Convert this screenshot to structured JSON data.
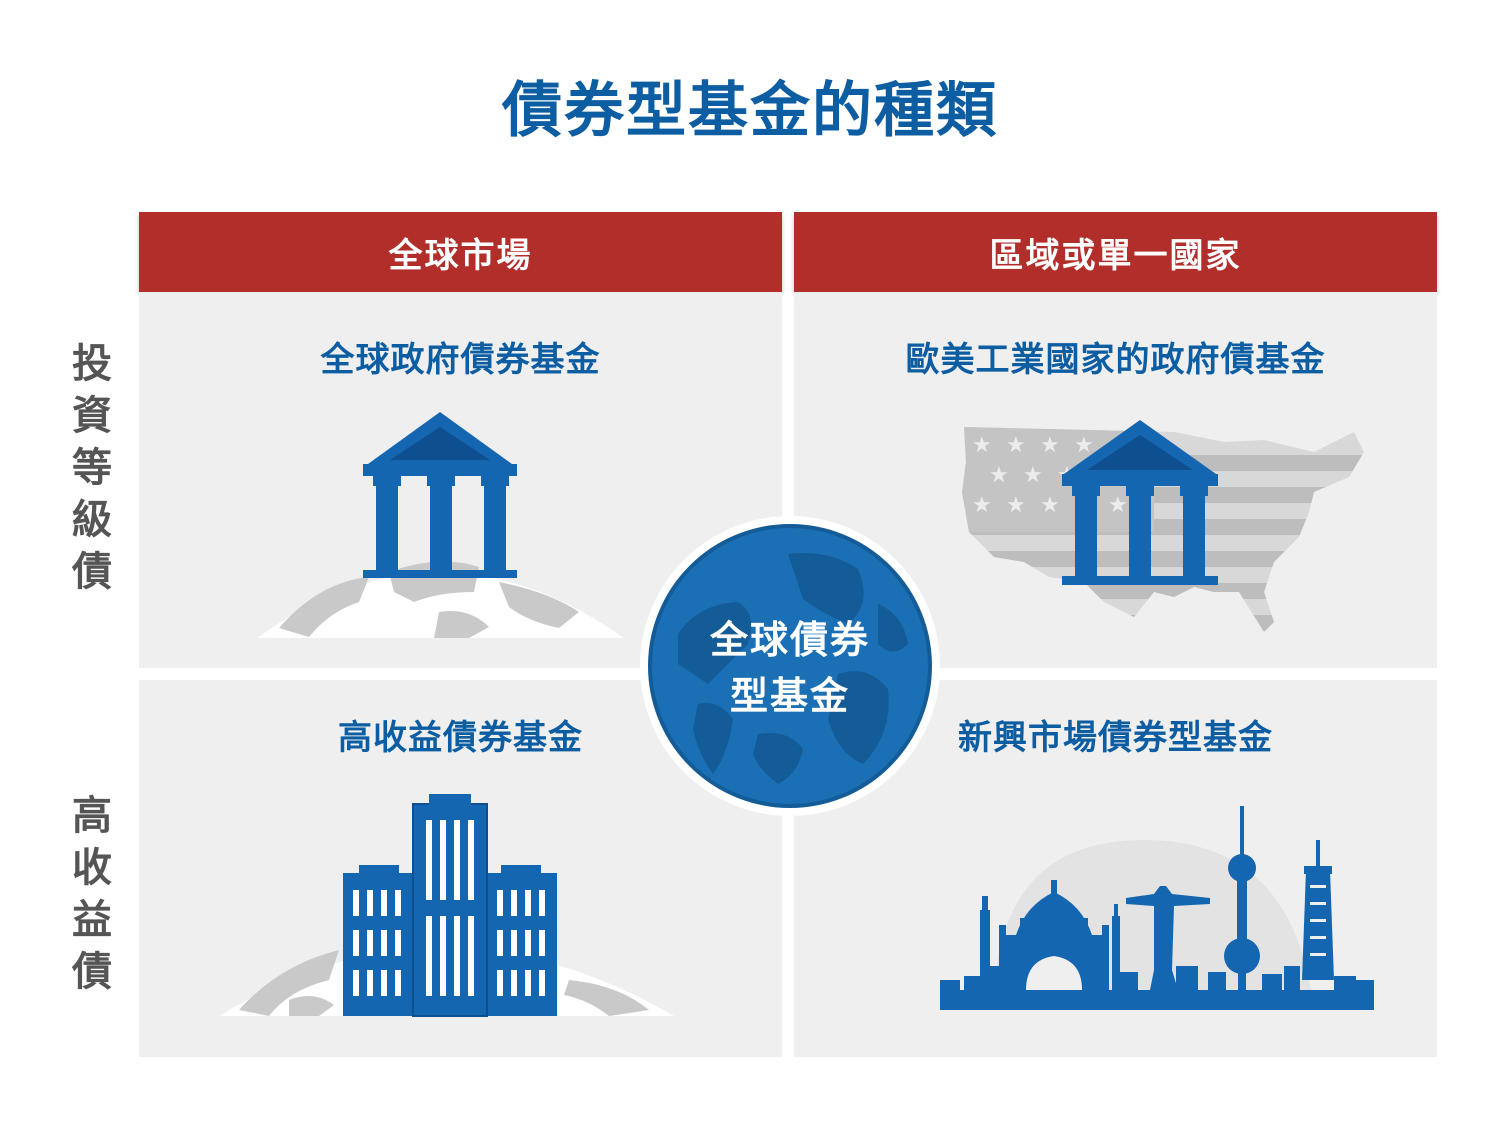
{
  "title": "債券型基金的種類",
  "columns": {
    "global": "全球市場",
    "regional": "區域或單一國家"
  },
  "rows": {
    "investment_grade": "投資等級債",
    "high_yield": "高收益債"
  },
  "cells": {
    "top_left": "全球政府債券基金",
    "top_right": "歐美工業國家的政府債基金",
    "bottom_left": "高收益債券基金",
    "bottom_right": "新興市場債券型基金"
  },
  "center": {
    "line1": "全球債券",
    "line2": "型基金"
  },
  "colors": {
    "title_blue": "#0d5da3",
    "header_red": "#b12e2b",
    "icon_blue": "#1566b0",
    "cell_bg": "#efefef",
    "label_gray": "#555555"
  },
  "icons": [
    "bank-building-icon",
    "us-flag-map-icon",
    "office-buildings-icon",
    "world-landmarks-skyline-icon",
    "globe-icon"
  ]
}
